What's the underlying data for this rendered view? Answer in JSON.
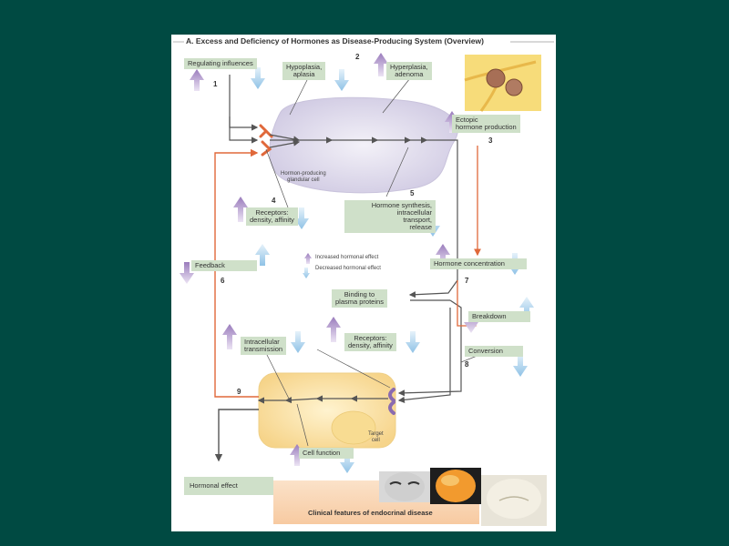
{
  "title": "A. Excess and Deficiency of Hormones as Disease-Producing System (Overview)",
  "labels": {
    "regulating": "Regulating influences",
    "hypoplasia_1": "Hypoplasia,",
    "hypoplasia_2": "aplasia",
    "hyperplasia_1": "Hyperplasia,",
    "hyperplasia_2": "adenoma",
    "ectopic_1": "Ectopic",
    "ectopic_2": "hormone production",
    "receptors_top_1": "Receptors:",
    "receptors_top_2": "density, affinity",
    "synthesis_1": "Hormone synthesis,",
    "synthesis_2": "intracellular",
    "synthesis_3": "transport,",
    "synthesis_4": "release",
    "feedback": "Feedback",
    "concentration": "Hormone concentration",
    "binding_1": "Binding to",
    "binding_2": "plasma proteins",
    "breakdown": "Breakdown",
    "conversion": "Conversion",
    "intracellular_1": "Intracellular",
    "intracellular_2": "transmission",
    "receptors_bottom_1": "Receptors:",
    "receptors_bottom_2": "density, affinity",
    "cell_function": "Cell function",
    "hormonal_effect": "Hormonal effect",
    "clinical": "Clinical features of endocrinal disease"
  },
  "legend": {
    "increased": "Increased hormonal effect",
    "decreased": "Decreased hormonal effect"
  },
  "cell_labels": {
    "gland_1": "Hormon-producing",
    "gland_2": "glandular cell",
    "target_1": "Target",
    "target_2": "cell"
  },
  "numbers": [
    "1",
    "2",
    "3",
    "4",
    "5",
    "6",
    "7",
    "8",
    "9"
  ],
  "colors": {
    "background": "#004a42",
    "label_box": "#cfe0c9",
    "increase": "#a98bc4",
    "decrease": "#a8d0ec",
    "feedback_line": "#e0683a",
    "gland_cell": "#dcd8ea",
    "target_cell": "#fbe4a8"
  }
}
